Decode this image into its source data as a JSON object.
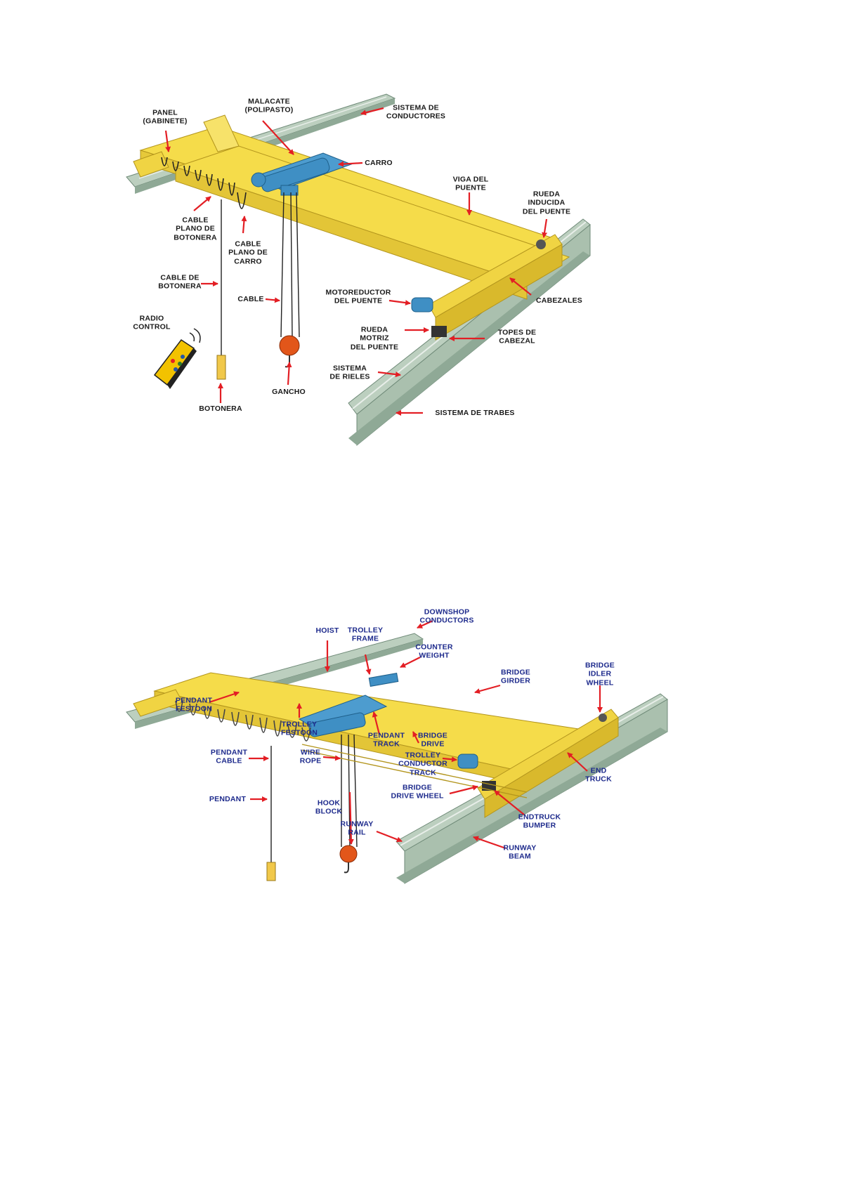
{
  "colors": {
    "girder_yellow": "#f5dc4a",
    "girder_shade": "#d9b92c",
    "rail_green": "#bccfbf",
    "rail_shade": "#8fa996",
    "trolley_blue": "#3f8fc4",
    "hook_orange": "#e2561a",
    "arrow_red": "#e31e24",
    "label_spanish": "#1a1a1a",
    "label_english": "#1d2a8c"
  },
  "figure_spanish": {
    "labels": {
      "malacate": [
        "MALACATE",
        "(POLIPASTO)"
      ],
      "panel": [
        "PANEL",
        "(GABINETE)"
      ],
      "sistema_conductores": [
        "SISTEMA DE",
        "CONDUCTORES"
      ],
      "carro": [
        "CARRO"
      ],
      "viga_puente": [
        "VIGA DEL",
        "PUENTE"
      ],
      "rueda_inducida": [
        "RUEDA",
        "INDUCIDA",
        "DEL PUENTE"
      ],
      "cable_plano_botonera": [
        "CABLE",
        "PLANO DE",
        "BOTONERA"
      ],
      "cable_plano_carro": [
        "CABLE",
        "PLANO DE",
        "CARRO"
      ],
      "cable_botonera": [
        "CABLE DE",
        "BOTONERA"
      ],
      "cable": [
        "CABLE"
      ],
      "motoreductor": [
        "MOTOREDUCTOR",
        "DEL PUENTE"
      ],
      "cabezales": [
        "CABEZALES"
      ],
      "radio_control": [
        "RADIO",
        "CONTROL"
      ],
      "rueda_motriz": [
        "RUEDA",
        "MOTRIZ",
        "DEL PUENTE"
      ],
      "topes_cabezal": [
        "TOPES DE",
        "CABEZAL"
      ],
      "sistema_rieles": [
        "SISTEMA",
        "DE RIELES"
      ],
      "gancho": [
        "GANCHO"
      ],
      "botonera": [
        "BOTONERA"
      ],
      "sistema_trabes": [
        "SISTEMA DE TRABES"
      ]
    }
  },
  "figure_english": {
    "labels": {
      "downshop_conductors": [
        "DOWNSHOP",
        "CONDUCTORS"
      ],
      "hoist": [
        "HOIST"
      ],
      "trolley_frame": [
        "TROLLEY",
        "FRAME"
      ],
      "counter_weight": [
        "COUNTER",
        "WEIGHT"
      ],
      "bridge_girder": [
        "BRIDGE",
        "GIRDER"
      ],
      "bridge_idler_wheel": [
        "BRIDGE",
        "IDLER",
        "WHEEL"
      ],
      "pendant_festoon": [
        "PENDANT",
        "FESTOON"
      ],
      "trolley_festoon": [
        "TROLLEY",
        "FESTOON"
      ],
      "pendant_track": [
        "PENDANT",
        "TRACK"
      ],
      "bridge_drive": [
        "BRIDGE",
        "DRIVE"
      ],
      "pendant_cable": [
        "PENDANT",
        "CABLE"
      ],
      "wire_rope": [
        "WIRE",
        "ROPE"
      ],
      "trolley_conductor_track": [
        "TROLLEY",
        "CONDUCTOR",
        "TRACK"
      ],
      "end_truck": [
        "END",
        "TRUCK"
      ],
      "bridge_drive_wheel": [
        "BRIDGE",
        "DRIVE WHEEL"
      ],
      "pendant": [
        "PENDANT"
      ],
      "hook_block": [
        "HOOK",
        "BLOCK"
      ],
      "endtruck_bumper": [
        "ENDTRUCK",
        "BUMPER"
      ],
      "runway_rail": [
        "RUNWAY",
        "RAIL"
      ],
      "runway_beam": [
        "RUNWAY",
        "BEAM"
      ]
    }
  }
}
